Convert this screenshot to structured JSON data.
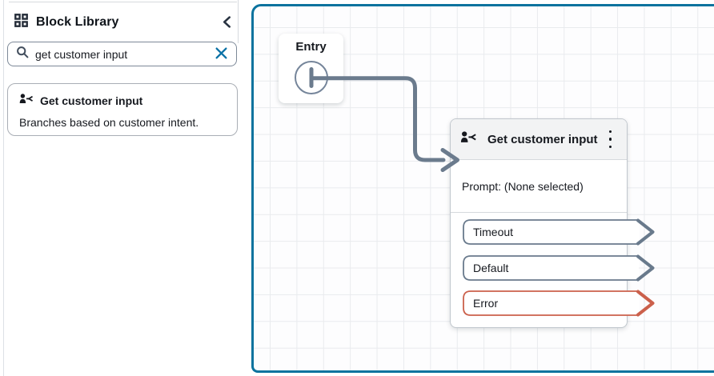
{
  "sidebar": {
    "title": "Block Library",
    "search": {
      "value": "get customer input"
    },
    "result_card": {
      "title": "Get customer input",
      "description": "Branches based on customer intent."
    }
  },
  "canvas": {
    "entry": {
      "title": "Entry"
    },
    "block": {
      "title": "Get customer input",
      "prompt": "Prompt: (None selected)",
      "branches": [
        {
          "label": "Timeout",
          "color": "#697a8c"
        },
        {
          "label": "Default",
          "color": "#697a8c"
        },
        {
          "label": "Error",
          "color": "#cb604b"
        }
      ]
    }
  },
  "icons": {
    "sidebar_logo": "grid-icon",
    "collapse": "chevron-left-icon",
    "search": "search-icon",
    "clear_search": "close-icon",
    "block_type": "customer-intent-icon",
    "block_menu": "kebab-menu-icon",
    "entry_port": "entry-port-icon",
    "branch_output": "chevron-right-arrow-icon"
  },
  "colors": {
    "canvas_border": "#0b739e",
    "connector": "#6b7b8d",
    "branch_default": "#697a8c",
    "branch_error": "#cb604b",
    "clear_icon": "#0b72a6",
    "block_header_bg": "#f2f3f4"
  }
}
